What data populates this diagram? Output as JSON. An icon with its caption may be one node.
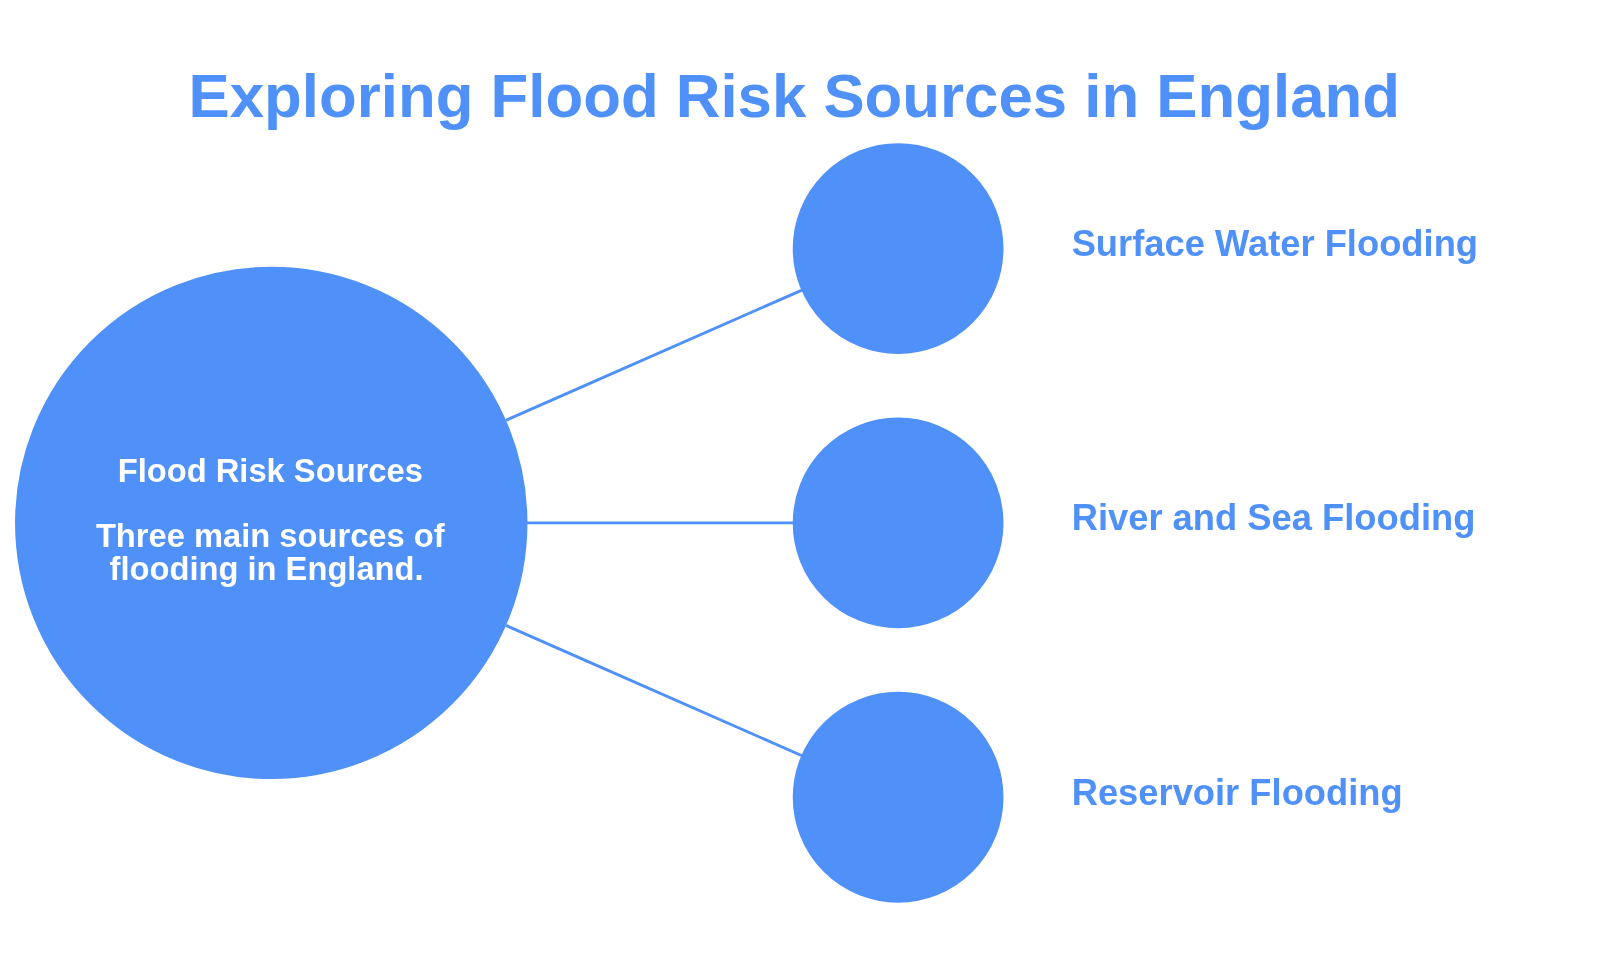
{
  "diagram": {
    "title": "Exploring Flood Risk Sources in England",
    "nodes": [
      {
        "text": [
          "Flood Risk Sources",
          "Three main sources of flooding in England."
        ]
      },
      {
        "text": [],
        "shape": "circle",
        "beside": [
          "Surface Water Flooding"
        ]
      },
      {
        "text": [],
        "shape": "circle",
        "beside": [
          "River and Sea Flooding"
        ]
      },
      {
        "text": [],
        "shape": "circle",
        "beside": [
          "Reservoir Flooding"
        ]
      }
    ],
    "edges": [
      {
        "from": 0,
        "to": 1,
        "arrow": "none"
      },
      {
        "from": 0,
        "to": 2,
        "arrow": "none"
      },
      {
        "from": 0,
        "to": 3,
        "arrow": "none"
      }
    ]
  }
}
